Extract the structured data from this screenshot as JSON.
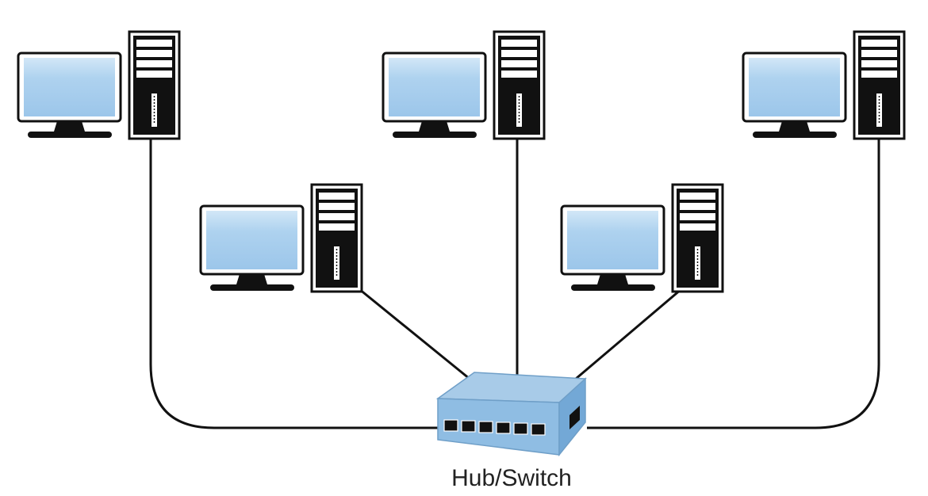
{
  "hub": {
    "label": "Hub/Switch",
    "port_count": 6
  },
  "computers": [
    {
      "id": "pc-top-left"
    },
    {
      "id": "pc-top-center"
    },
    {
      "id": "pc-top-right"
    },
    {
      "id": "pc-middle-left"
    },
    {
      "id": "pc-middle-right"
    }
  ],
  "colors": {
    "screen": "#a9cfee",
    "screen_highlight": "#d2e7f7",
    "outline": "#111111",
    "tower_face": "#111111",
    "hub_top": "#a8cbe8",
    "hub_front": "#8fbde3",
    "hub_side": "#6fa4d2",
    "cable": "#111111"
  },
  "icons": {
    "computer": "desktop-computer-icon",
    "hub": "network-hub-icon"
  }
}
